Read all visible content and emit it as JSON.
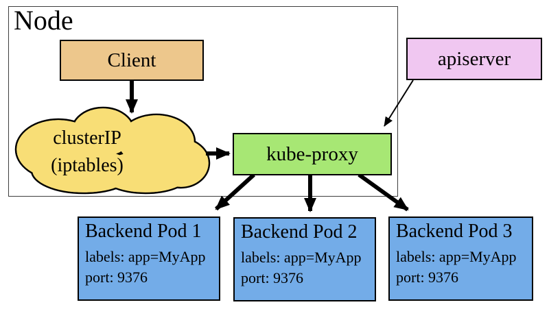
{
  "diagram": {
    "node": {
      "label": "Node"
    },
    "client": {
      "label": "Client"
    },
    "cluster_ip": {
      "line1": "clusterIP",
      "line2": "(iptables)"
    },
    "kube_proxy": {
      "label": "kube-proxy"
    },
    "apiserver": {
      "label": "apiserver"
    },
    "pods": [
      {
        "title": "Backend Pod 1",
        "labels": "labels: app=MyApp",
        "port": "port: 9376"
      },
      {
        "title": "Backend Pod 2",
        "labels": "labels: app=MyApp",
        "port": "port: 9376"
      },
      {
        "title": "Backend Pod 3",
        "labels": "labels: app=MyApp",
        "port": "port: 9376"
      }
    ],
    "colors": {
      "client_fill": "#EDC78C",
      "cloud_fill": "#F8DE76",
      "kube_proxy_fill": "#A7E774",
      "apiserver_fill": "#F0C7F1",
      "pod_fill": "#73ACE8",
      "stroke": "#000000",
      "node_border": "#3d3d3d"
    }
  }
}
